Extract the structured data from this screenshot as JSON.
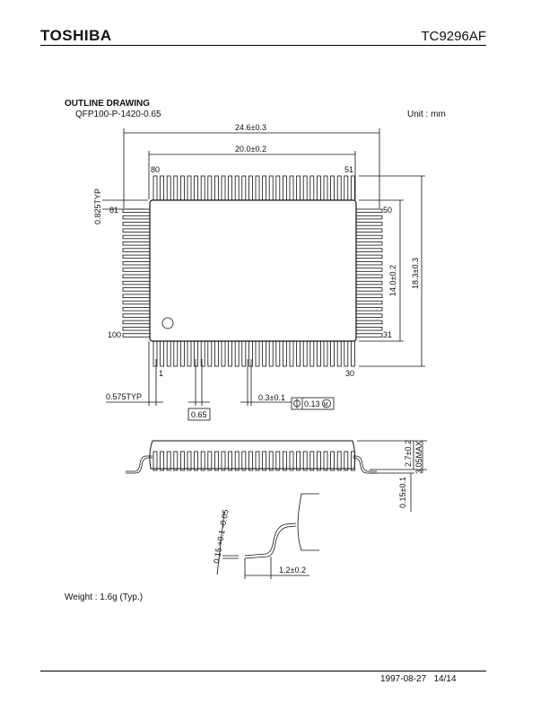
{
  "header": {
    "brand": "TOSHIBA",
    "part_number": "TC9296AF"
  },
  "section": {
    "title": "OUTLINE DRAWING",
    "package": "QFP100-P-1420-0.65",
    "unit": "Unit : mm"
  },
  "drawing": {
    "dim_overall_width": "24.6±0.3",
    "dim_body_width": "20.0±0.2",
    "dim_body_height": "14.0±0.2",
    "dim_overall_height": "18.3±0.3",
    "dim_corner": "0.825TYP",
    "dim_edge": "0.575TYP",
    "dim_pitch": "0.65",
    "dim_lead_width": "0.3±0.1",
    "tolerance_value": "0.13",
    "tolerance_modifier": "M",
    "dim_body_thickness": "2.7±0.2",
    "dim_max_height": "3.05MAX",
    "dim_standoff": "0.15±0.1",
    "dim_lead_thickness": "0.15 +0.1 -0.05",
    "dim_lead_length": "1.2±0.2",
    "pin_labels": {
      "p1": "1",
      "p30": "30",
      "p31": "31",
      "p50": "50",
      "p51": "51",
      "p80": "80",
      "p81": "81",
      "p100": "100"
    }
  },
  "weight": "Weight : 1.6g (Typ.)",
  "footer": {
    "date": "1997-08-27",
    "page": "14/14"
  }
}
